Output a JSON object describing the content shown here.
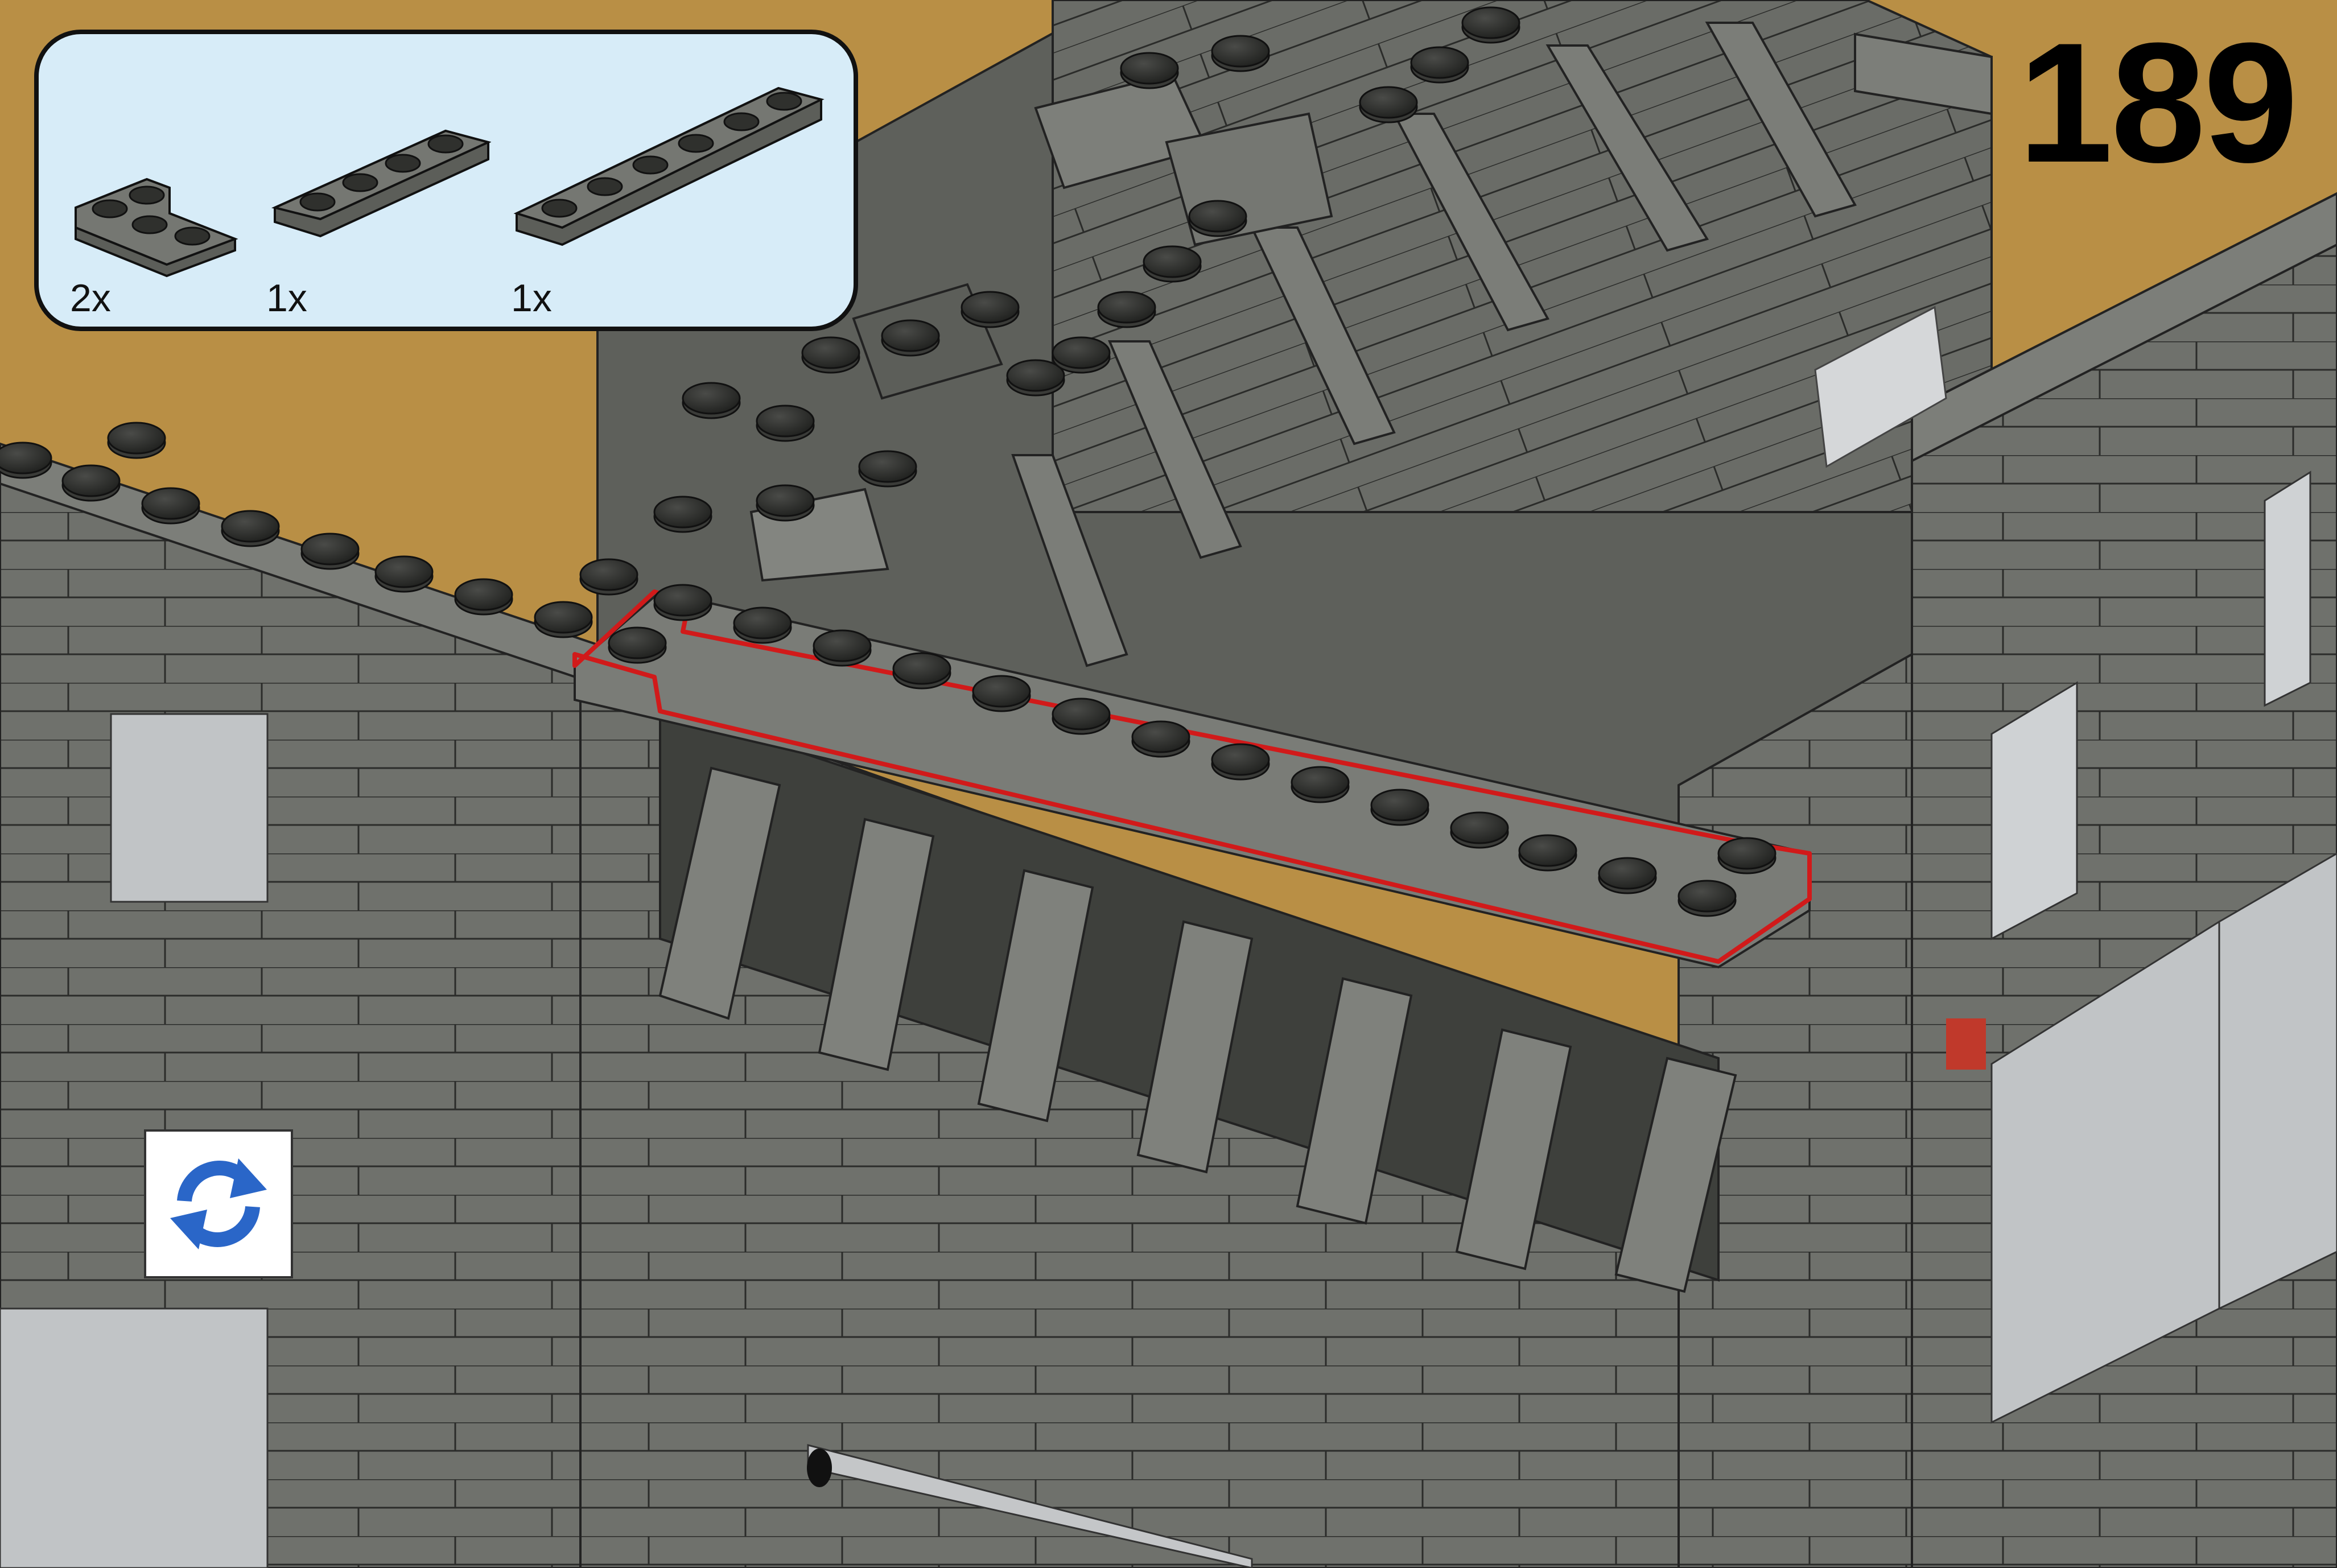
{
  "step": {
    "number": "189"
  },
  "parts_list": {
    "items": [
      {
        "name": "plate-2x2-corner",
        "quantity": "2x"
      },
      {
        "name": "plate-1x4",
        "quantity": "1x"
      },
      {
        "name": "plate-1x6",
        "quantity": "1x"
      }
    ]
  },
  "rotate": {
    "icon": "rotate-arrows-icon"
  },
  "colors": {
    "background": "#b98f45",
    "brick_gray": "#6f716c",
    "brick_dark": "#4c4d4a",
    "brick_light": "#b9bcbf",
    "callout_bg": "#d7ecf8",
    "highlight": "#d11a1a",
    "rotate_blue": "#2a66c8"
  }
}
